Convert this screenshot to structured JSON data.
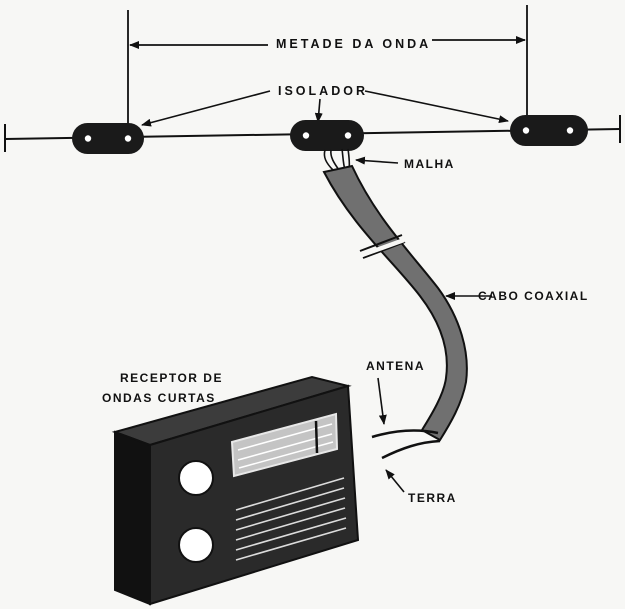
{
  "labels": {
    "half_wave": "METADE DA ONDA",
    "insulator": "ISOLADOR",
    "braid": "MALHA",
    "coax": "CABO COAXIAL",
    "antenna": "ANTENA",
    "ground": "TERRA",
    "receiver_line1": "RECEPTOR DE",
    "receiver_line2": "ONDAS CURTAS"
  },
  "colors": {
    "ink": "#111111",
    "paper": "#f7f7f5",
    "cable": "#6e6e6e",
    "receiver_body": "#2a2a2a",
    "dial": "#bdbdbd"
  }
}
